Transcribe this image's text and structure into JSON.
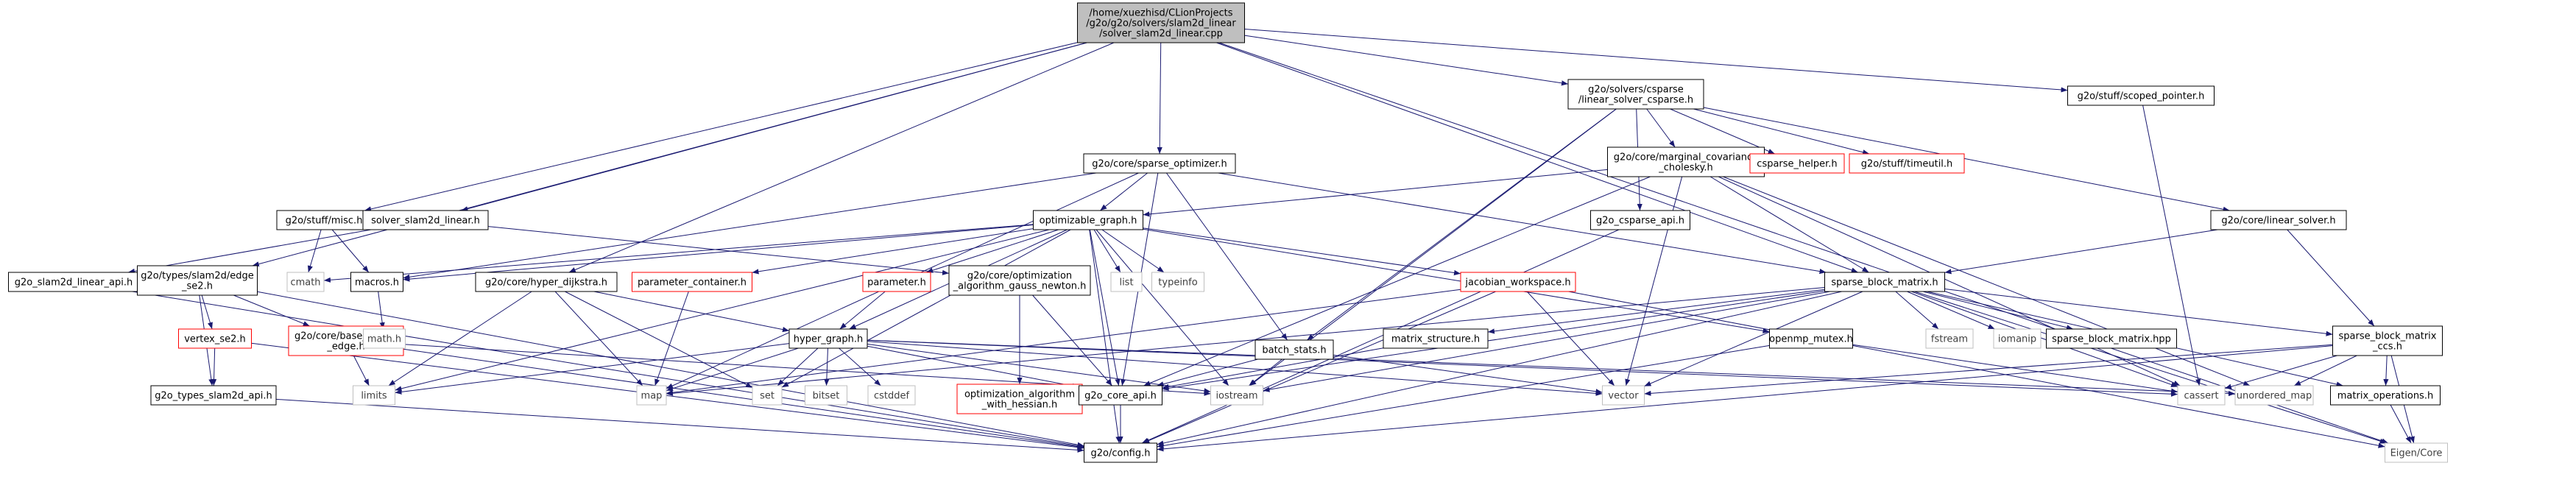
{
  "graph": {
    "colors": {
      "root_fill": "#bfbfbf",
      "node_fill": "#ffffff",
      "node_border": "#000000",
      "missing_border": "#ff0000",
      "system_border": "#bfbfbf",
      "system_text": "#404040",
      "edge": "#191970"
    },
    "nodes": [
      {
        "id": "root",
        "lines": [
          "/home/xuezhisd/CLionProjects",
          "/g2o/g2o/solvers/slam2d_linear",
          "/solver_slam2d_linear.cpp"
        ],
        "kind": "root"
      },
      {
        "id": "csparse_lin",
        "lines": [
          "g2o/solvers/csparse",
          "/linear_solver_csparse.h"
        ],
        "kind": "normal"
      },
      {
        "id": "scoped_ptr",
        "lines": [
          "g2o/stuff/scoped_pointer.h"
        ],
        "kind": "normal"
      },
      {
        "id": "sparse_opt",
        "lines": [
          "g2o/core/sparse_optimizer.h"
        ],
        "kind": "normal"
      },
      {
        "id": "marg_cov",
        "lines": [
          "g2o/core/marginal_covariance",
          "_cholesky.h"
        ],
        "kind": "normal"
      },
      {
        "id": "csparse_helper",
        "lines": [
          "csparse_helper.h"
        ],
        "kind": "missing"
      },
      {
        "id": "timeutil",
        "lines": [
          "g2o/stuff/timeutil.h"
        ],
        "kind": "missing"
      },
      {
        "id": "misc",
        "lines": [
          "g2o/stuff/misc.h"
        ],
        "kind": "normal"
      },
      {
        "id": "solver_linear",
        "lines": [
          "solver_slam2d_linear.h"
        ],
        "kind": "normal"
      },
      {
        "id": "opt_graph",
        "lines": [
          "optimizable_graph.h"
        ],
        "kind": "normal"
      },
      {
        "id": "csparse_api",
        "lines": [
          "g2o_csparse_api.h"
        ],
        "kind": "normal"
      },
      {
        "id": "linear_solver",
        "lines": [
          "g2o/core/linear_solver.h"
        ],
        "kind": "normal"
      },
      {
        "id": "slam2d_linear_api",
        "lines": [
          "g2o_slam2d_linear_api.h"
        ],
        "kind": "normal"
      },
      {
        "id": "edge_se2",
        "lines": [
          "g2o/types/slam2d/edge",
          "_se2.h"
        ],
        "kind": "normal"
      },
      {
        "id": "cmath",
        "lines": [
          "cmath"
        ],
        "kind": "system"
      },
      {
        "id": "macros",
        "lines": [
          "macros.h"
        ],
        "kind": "normal"
      },
      {
        "id": "hyper_dijkstra",
        "lines": [
          "g2o/core/hyper_dijkstra.h"
        ],
        "kind": "normal"
      },
      {
        "id": "param_container",
        "lines": [
          "parameter_container.h"
        ],
        "kind": "missing"
      },
      {
        "id": "parameter",
        "lines": [
          "parameter.h"
        ],
        "kind": "missing"
      },
      {
        "id": "opt_gn",
        "lines": [
          "g2o/core/optimization",
          "_algorithm_gauss_newton.h"
        ],
        "kind": "normal"
      },
      {
        "id": "list",
        "lines": [
          "list"
        ],
        "kind": "system"
      },
      {
        "id": "typeinfo",
        "lines": [
          "typeinfo"
        ],
        "kind": "system"
      },
      {
        "id": "jacobian",
        "lines": [
          "jacobian_workspace.h"
        ],
        "kind": "missing"
      },
      {
        "id": "sbm",
        "lines": [
          "sparse_block_matrix.h"
        ],
        "kind": "normal"
      },
      {
        "id": "vertex_se2",
        "lines": [
          "vertex_se2.h"
        ],
        "kind": "missing"
      },
      {
        "id": "base_binary",
        "lines": [
          "g2o/core/base_binary",
          "_edge.h"
        ],
        "kind": "missing"
      },
      {
        "id": "math",
        "lines": [
          "math.h"
        ],
        "kind": "system"
      },
      {
        "id": "hyper_graph",
        "lines": [
          "hyper_graph.h"
        ],
        "kind": "normal"
      },
      {
        "id": "opt_hessian",
        "lines": [
          "optimization_algorithm",
          "_with_hessian.h"
        ],
        "kind": "missing"
      },
      {
        "id": "batch_stats",
        "lines": [
          "batch_stats.h"
        ],
        "kind": "normal"
      },
      {
        "id": "matrix_struct",
        "lines": [
          "matrix_structure.h"
        ],
        "kind": "normal"
      },
      {
        "id": "openmp",
        "lines": [
          "openmp_mutex.h"
        ],
        "kind": "normal"
      },
      {
        "id": "fstream",
        "lines": [
          "fstream"
        ],
        "kind": "system"
      },
      {
        "id": "iomanip",
        "lines": [
          "iomanip"
        ],
        "kind": "system"
      },
      {
        "id": "sbm_hpp",
        "lines": [
          "sparse_block_matrix.hpp"
        ],
        "kind": "normal"
      },
      {
        "id": "sbm_ccs",
        "lines": [
          "sparse_block_matrix",
          "_ccs.h"
        ],
        "kind": "normal"
      },
      {
        "id": "slam2d_api",
        "lines": [
          "g2o_types_slam2d_api.h"
        ],
        "kind": "normal"
      },
      {
        "id": "limits",
        "lines": [
          "limits"
        ],
        "kind": "system"
      },
      {
        "id": "map",
        "lines": [
          "map"
        ],
        "kind": "system"
      },
      {
        "id": "set",
        "lines": [
          "set"
        ],
        "kind": "system"
      },
      {
        "id": "bitset",
        "lines": [
          "bitset"
        ],
        "kind": "system"
      },
      {
        "id": "cstddef",
        "lines": [
          "cstddef"
        ],
        "kind": "system"
      },
      {
        "id": "core_api",
        "lines": [
          "g2o_core_api.h"
        ],
        "kind": "normal"
      },
      {
        "id": "iostream",
        "lines": [
          "iostream"
        ],
        "kind": "system"
      },
      {
        "id": "vector",
        "lines": [
          "vector"
        ],
        "kind": "system"
      },
      {
        "id": "cassert",
        "lines": [
          "cassert"
        ],
        "kind": "system"
      },
      {
        "id": "unordered_map",
        "lines": [
          "unordered_map"
        ],
        "kind": "system"
      },
      {
        "id": "matrix_ops",
        "lines": [
          "matrix_operations.h"
        ],
        "kind": "normal"
      },
      {
        "id": "config",
        "lines": [
          "g2o/config.h"
        ],
        "kind": "normal"
      },
      {
        "id": "eigen_core",
        "lines": [
          "Eigen/Core"
        ],
        "kind": "system"
      }
    ],
    "edges": [
      [
        "root",
        "csparse_lin"
      ],
      [
        "root",
        "scoped_ptr"
      ],
      [
        "root",
        "sparse_opt"
      ],
      [
        "root",
        "misc"
      ],
      [
        "root",
        "solver_linear"
      ],
      [
        "root",
        "edge_se2"
      ],
      [
        "root",
        "hyper_dijkstra"
      ],
      [
        "root",
        "sbm"
      ],
      [
        "root",
        "eigen_core"
      ],
      [
        "csparse_lin",
        "csparse_helper"
      ],
      [
        "csparse_lin",
        "timeutil"
      ],
      [
        "csparse_lin",
        "marg_cov"
      ],
      [
        "csparse_lin",
        "csparse_api"
      ],
      [
        "csparse_lin",
        "linear_solver"
      ],
      [
        "csparse_lin",
        "batch_stats"
      ],
      [
        "csparse_lin",
        "iostream"
      ],
      [
        "scoped_ptr",
        "cassert"
      ],
      [
        "sparse_opt",
        "opt_graph"
      ],
      [
        "sparse_opt",
        "macros"
      ],
      [
        "sparse_opt",
        "sbm"
      ],
      [
        "sparse_opt",
        "batch_stats"
      ],
      [
        "sparse_opt",
        "core_api"
      ],
      [
        "sparse_opt",
        "map"
      ],
      [
        "marg_cov",
        "opt_graph"
      ],
      [
        "marg_cov",
        "sbm"
      ],
      [
        "marg_cov",
        "core_api"
      ],
      [
        "marg_cov",
        "cassert"
      ],
      [
        "marg_cov",
        "vector"
      ],
      [
        "marg_cov",
        "unordered_map"
      ],
      [
        "misc",
        "cmath"
      ],
      [
        "misc",
        "macros"
      ],
      [
        "solver_linear",
        "slam2d_linear_api"
      ],
      [
        "solver_linear",
        "opt_gn"
      ],
      [
        "opt_graph",
        "cmath"
      ],
      [
        "opt_graph",
        "macros"
      ],
      [
        "opt_graph",
        "param_container"
      ],
      [
        "opt_graph",
        "parameter"
      ],
      [
        "opt_graph",
        "list"
      ],
      [
        "opt_graph",
        "typeinfo"
      ],
      [
        "opt_graph",
        "jacobian"
      ],
      [
        "opt_graph",
        "openmp"
      ],
      [
        "opt_graph",
        "hyper_graph"
      ],
      [
        "opt_graph",
        "core_api"
      ],
      [
        "opt_graph",
        "iostream"
      ],
      [
        "opt_graph",
        "set"
      ],
      [
        "opt_graph",
        "limits"
      ],
      [
        "opt_graph",
        "config"
      ],
      [
        "csparse_api",
        "config"
      ],
      [
        "linear_solver",
        "sbm"
      ],
      [
        "linear_solver",
        "sbm_ccs"
      ],
      [
        "slam2d_linear_api",
        "config"
      ],
      [
        "edge_se2",
        "vertex_se2"
      ],
      [
        "edge_se2",
        "base_binary"
      ],
      [
        "edge_se2",
        "slam2d_api"
      ],
      [
        "edge_se2",
        "config"
      ],
      [
        "macros",
        "math"
      ],
      [
        "hyper_dijkstra",
        "hyper_graph"
      ],
      [
        "hyper_dijkstra",
        "limits"
      ],
      [
        "hyper_dijkstra",
        "map"
      ],
      [
        "hyper_dijkstra",
        "set"
      ],
      [
        "param_container",
        "map"
      ],
      [
        "parameter",
        "hyper_graph"
      ],
      [
        "opt_gn",
        "opt_hessian"
      ],
      [
        "opt_gn",
        "core_api"
      ],
      [
        "jacobian",
        "vector"
      ],
      [
        "jacobian",
        "config"
      ],
      [
        "jacobian",
        "eigen_core"
      ],
      [
        "jacobian",
        "map"
      ],
      [
        "sbm",
        "fstream"
      ],
      [
        "sbm",
        "iomanip"
      ],
      [
        "sbm",
        "sbm_hpp"
      ],
      [
        "sbm",
        "sbm_ccs"
      ],
      [
        "sbm",
        "matrix_struct"
      ],
      [
        "sbm",
        "core_api"
      ],
      [
        "sbm",
        "map"
      ],
      [
        "sbm",
        "vector"
      ],
      [
        "sbm",
        "cassert"
      ],
      [
        "sbm",
        "matrix_ops"
      ],
      [
        "sbm",
        "eigen_core"
      ],
      [
        "sbm",
        "config"
      ],
      [
        "sbm",
        "iostream"
      ],
      [
        "vertex_se2",
        "slam2d_api"
      ],
      [
        "vertex_se2",
        "config"
      ],
      [
        "base_binary",
        "limits"
      ],
      [
        "base_binary",
        "config"
      ],
      [
        "base_binary",
        "iostream"
      ],
      [
        "hyper_graph",
        "map"
      ],
      [
        "hyper_graph",
        "set"
      ],
      [
        "hyper_graph",
        "bitset"
      ],
      [
        "hyper_graph",
        "cstddef"
      ],
      [
        "hyper_graph",
        "limits"
      ],
      [
        "hyper_graph",
        "core_api"
      ],
      [
        "hyper_graph",
        "vector"
      ],
      [
        "hyper_graph",
        "unordered_map"
      ],
      [
        "hyper_graph",
        "cassert"
      ],
      [
        "hyper_graph",
        "iostream"
      ],
      [
        "opt_hessian",
        "core_api"
      ],
      [
        "batch_stats",
        "core_api"
      ],
      [
        "batch_stats",
        "iostream"
      ],
      [
        "batch_stats",
        "vector"
      ],
      [
        "matrix_struct",
        "core_api"
      ],
      [
        "openmp",
        "cassert"
      ],
      [
        "openmp",
        "config"
      ],
      [
        "sbm_ccs",
        "vector"
      ],
      [
        "sbm_ccs",
        "cassert"
      ],
      [
        "sbm_ccs",
        "unordered_map"
      ],
      [
        "sbm_ccs",
        "matrix_ops"
      ],
      [
        "sbm_ccs",
        "config"
      ],
      [
        "sbm_ccs",
        "eigen_core"
      ],
      [
        "slam2d_api",
        "config"
      ],
      [
        "core_api",
        "config"
      ],
      [
        "matrix_ops",
        "eigen_core"
      ]
    ]
  }
}
